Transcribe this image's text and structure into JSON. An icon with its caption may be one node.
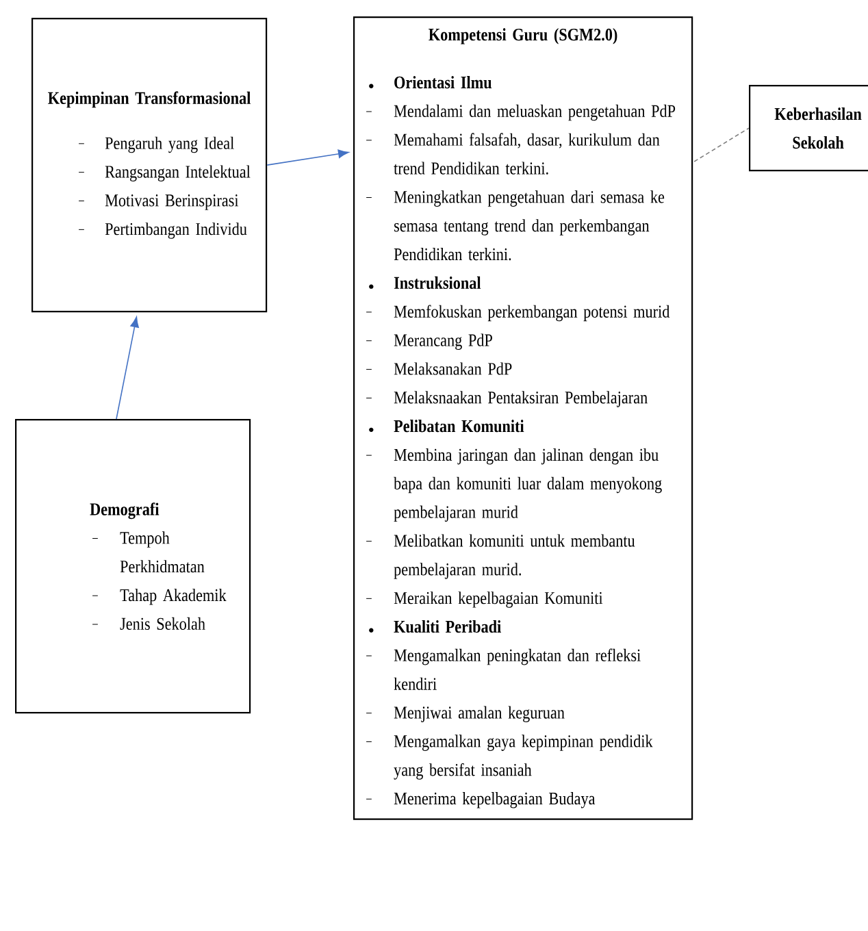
{
  "diagram": {
    "nodes": [
      {
        "text": [
          "Kepimpinan Transformasional",
          "Pengaruh yang Ideal",
          "Rangsangan Intelektual",
          "Motivasi Berinspirasi",
          "Pertimbangan Individu"
        ]
      },
      {
        "text": [
          "Kompetensi Guru (SGM2.0)",
          "Orientasi Ilmu",
          "Mendalami dan meluaskan pengetahuan PdP",
          "Memahami falsafah, dasar, kurikulum dan trend Pendidikan terkini.",
          "Meningkatkan pengetahuan dari semasa ke semasa tentang trend dan perkembangan Pendidikan terkini.",
          "Instruksional",
          "Memfokuskan perkembangan potensi murid",
          "Merancang PdP",
          "Melaksanakan PdP",
          "Melaksnaakan Pentaksiran Pembelajaran",
          "Pelibatan Komuniti",
          "Membina jaringan dan jalinan dengan ibu bapa dan komuniti luar dalam menyokong pembelajaran murid",
          "Melibatkan komuniti untuk membantu pembelajaran murid.",
          "Meraikan kepelbagaian Komuniti",
          "Kualiti Peribadi",
          "Mengamalkan peningkatan dan refleksi kendiri",
          "Menjiwai amalan keguruan",
          "Mengamalkan gaya kepimpinan pendidik yang bersifat insaniah",
          "Menerima kepelbagaian Budaya"
        ]
      },
      {
        "text": [
          "Keberhasilan Sekolah"
        ]
      },
      {
        "text": [
          "Demografi",
          "Tempoh Perkhidmatan",
          "Tahap Akademik",
          "Jenis Sekolah"
        ]
      }
    ],
    "edges": [
      {
        "from": 3,
        "to": 0,
        "arrow": "to"
      },
      {
        "from": 0,
        "to": 1,
        "arrow": "to"
      },
      {
        "from": 1,
        "to": 2,
        "arrow": "none",
        "style": "dashed",
        "color": "#7f7f7f"
      }
    ]
  }
}
